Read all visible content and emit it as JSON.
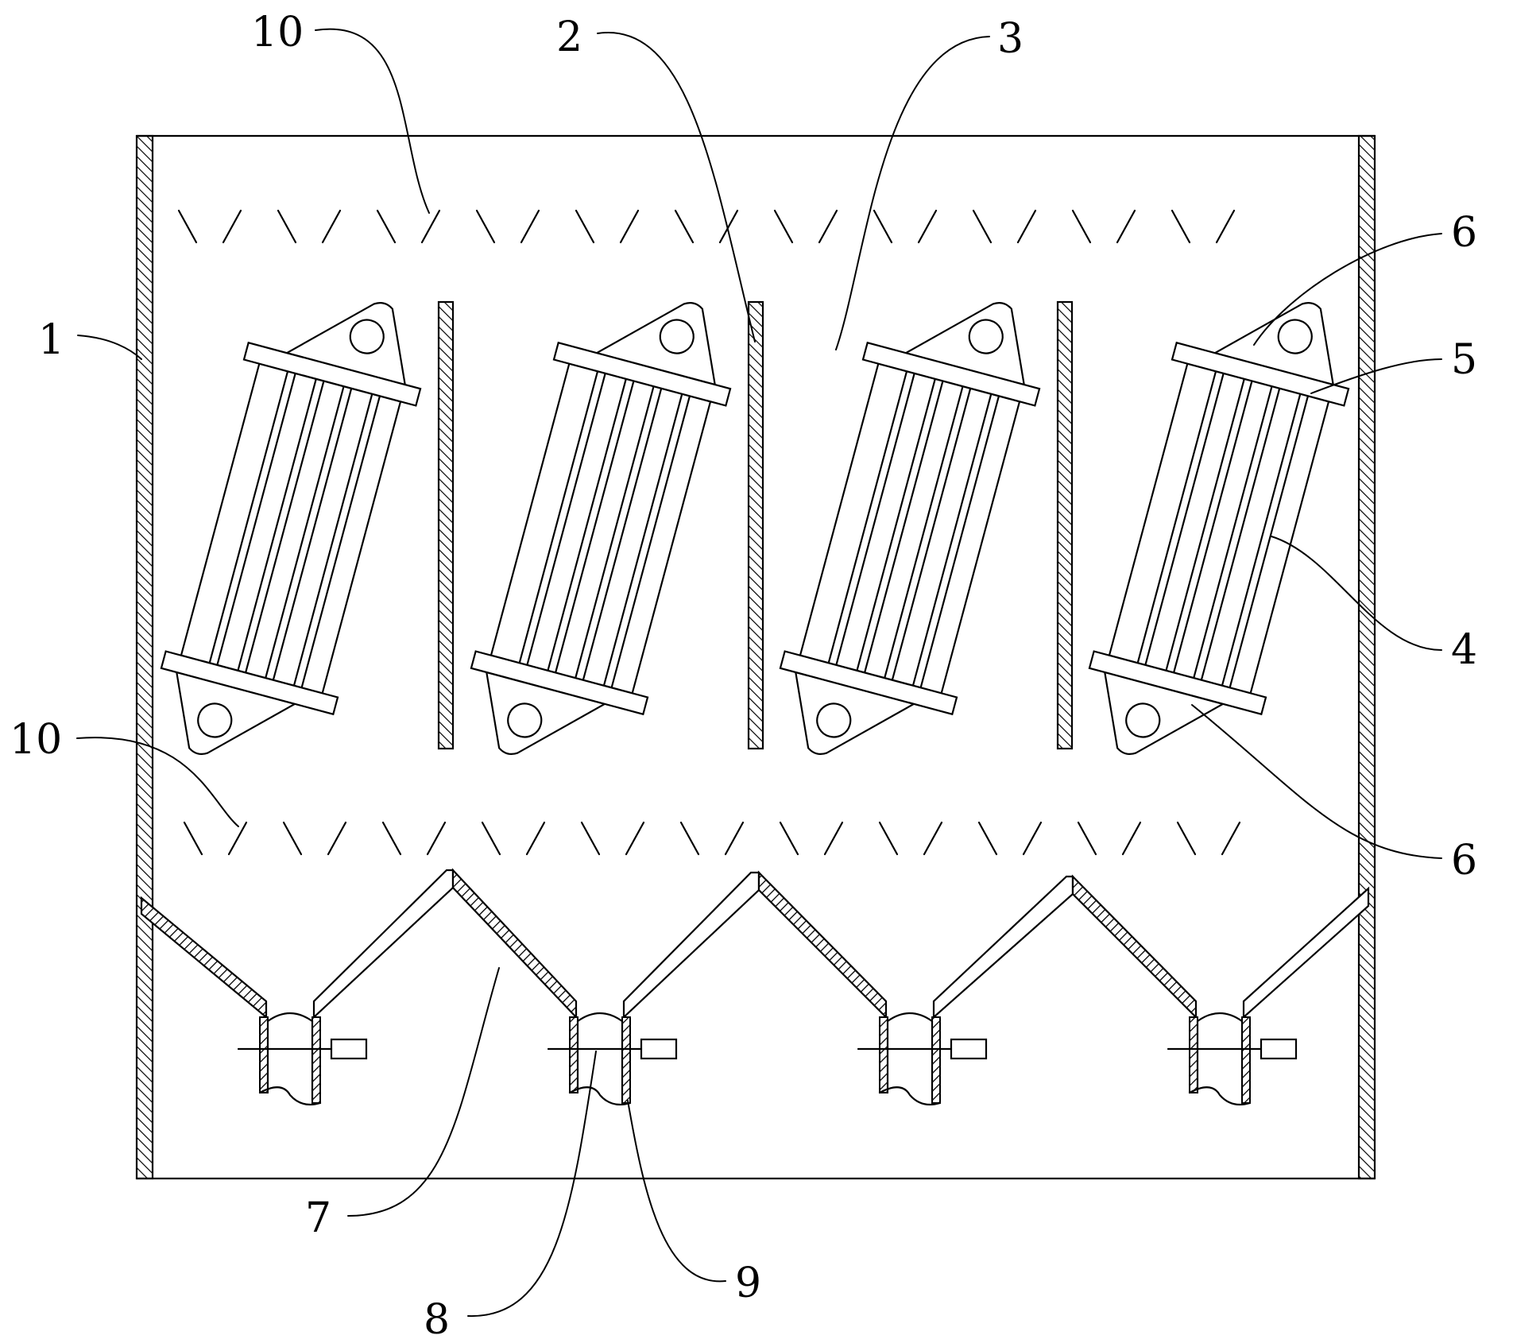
{
  "figure": {
    "labels": {
      "tank_wall": "1",
      "partition": "2",
      "compartment": "3",
      "filter_tube": "4",
      "end_plate": "5",
      "mount_hole_top": "6",
      "mount_hole_bottom": "6",
      "hopper_plate": "7",
      "discharge_pipe": "8",
      "valve": "9",
      "nozzle_row_top": "10",
      "nozzle_row_bottom": "10"
    }
  }
}
